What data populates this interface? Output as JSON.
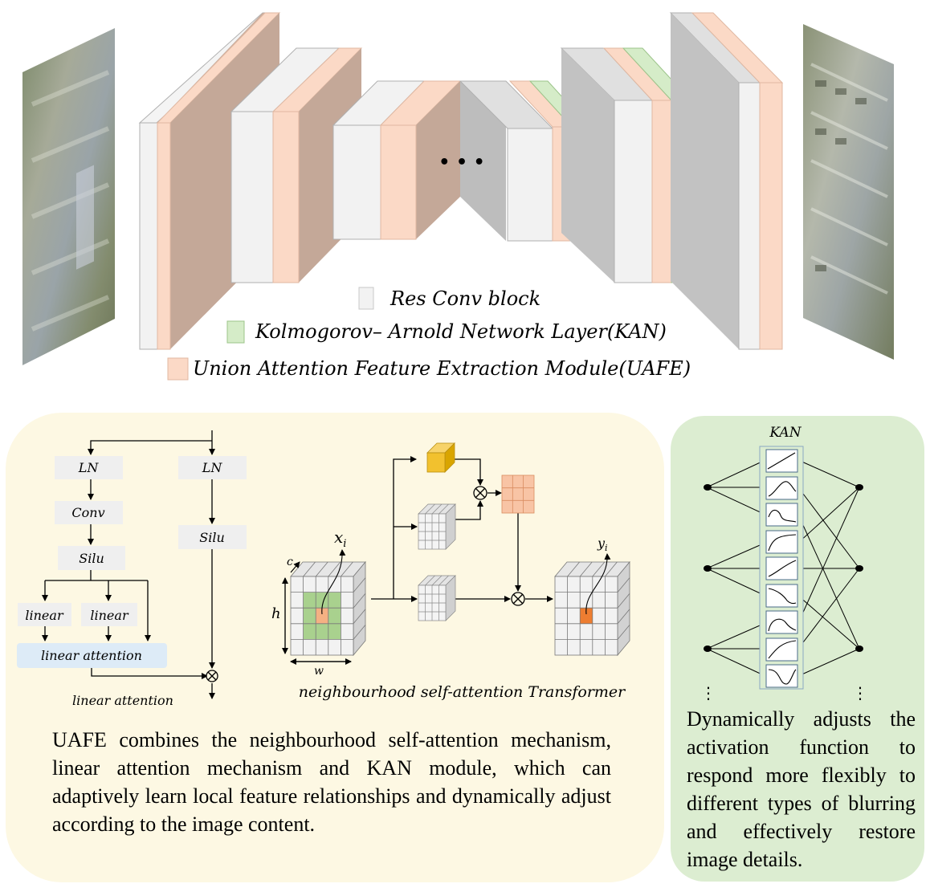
{
  "legend": {
    "res_conv": "Res Conv block",
    "kan_layer": "Kolmogorov– Arnold Network Layer(KAN)",
    "uafe": "Union Attention Feature Extraction Module(UAFE)"
  },
  "ellipsis": "• • •",
  "linear_attention_panel": {
    "ln_left": "LN",
    "ln_right": "LN",
    "conv": "Conv",
    "silu_left": "Silu",
    "silu_right": "Silu",
    "linear_1": "linear",
    "linear_2": "linear",
    "linear_attention_box": "linear attention",
    "caption": "linear attention",
    "multiply": "⊗"
  },
  "nsa_panel": {
    "x_label": "x",
    "x_sub": "i",
    "y_label": "y",
    "y_sub": "i",
    "c_label": "c",
    "h_label": "h",
    "w_label": "w",
    "caption": "neighbourhood self-attention Transformer"
  },
  "uafe_description": "UAFE combines the neighbourhood self-attention mechanism, linear attention mechanism and KAN module, which can adaptively learn local feature relationships and dynamically adjust according to the image content.",
  "kan_panel": {
    "title": "KAN",
    "vdots": "⋮",
    "description": "Dynamically adjusts the activation function to respond more flexibly to different types of blurring and effectively restore image details."
  },
  "colors": {
    "res_conv": "#f2f2f2",
    "uafe": "#fbd9c6",
    "kan": "#d5ecc8",
    "panel_yellow": "#fdf8e3",
    "panel_green": "#dcedd1",
    "attention_box": "#ddebf7",
    "ln_box": "#efefef",
    "grid_green": "#a9d18e",
    "grid_orange": "#f4b183",
    "cube_yellow": "#f2c12e"
  }
}
